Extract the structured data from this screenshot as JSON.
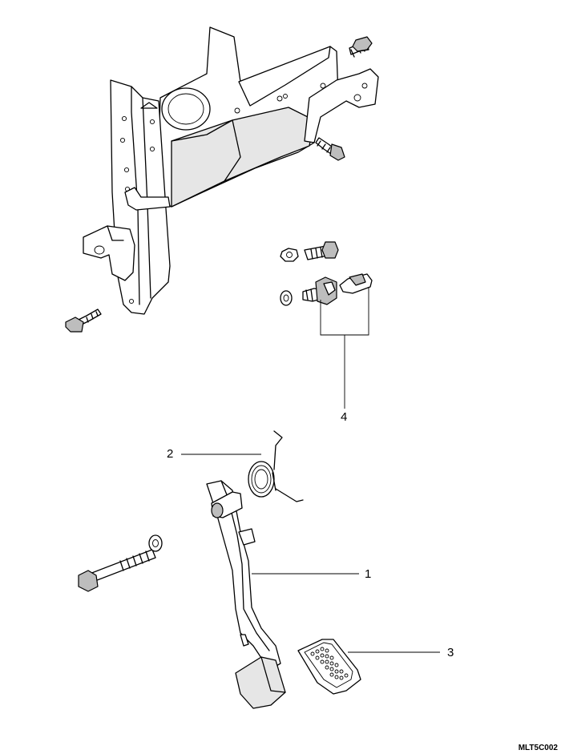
{
  "diagram": {
    "callouts": [
      {
        "number": "1",
        "part": "pedal-arm"
      },
      {
        "number": "2",
        "part": "return-spring"
      },
      {
        "number": "3",
        "part": "pedal-pad"
      },
      {
        "number": "4",
        "part": "pedal-switch-assembly"
      }
    ],
    "image_code": "MLT5C002"
  }
}
